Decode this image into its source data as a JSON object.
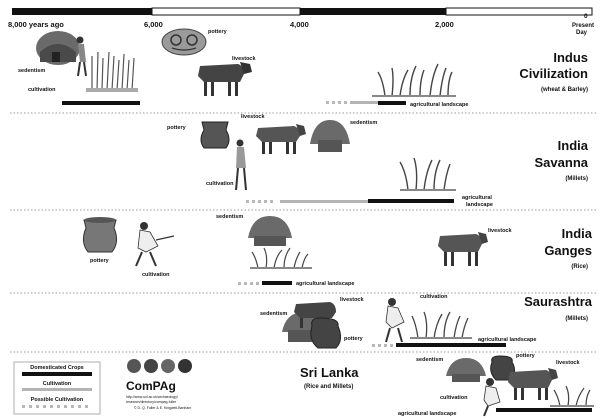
{
  "timeline": {
    "ticks": [
      "8,000 years ago",
      "6,000",
      "4,000",
      "2,000",
      "0"
    ],
    "end_note": [
      "Present",
      "Day"
    ]
  },
  "regions": [
    {
      "name": [
        "Indus",
        "Civilization"
      ],
      "subtitle": "(wheat & Barley)",
      "labels": {
        "sedentism": "sedentism",
        "cultivation": "cultivation",
        "pottery": "pottery",
        "livestock": "livestock",
        "landscape": "agricultural landscape"
      }
    },
    {
      "name": [
        "India",
        "Savanna"
      ],
      "subtitle": "(Millets)",
      "labels": {
        "pottery": "pottery",
        "livestock": "livestock",
        "sedentism": "sedentism",
        "cultivation": "cultivation",
        "landscape": [
          "agricultural",
          "landscape"
        ]
      }
    },
    {
      "name": [
        "India",
        "Ganges"
      ],
      "subtitle": "(Rice)",
      "labels": {
        "pottery": "pottery",
        "cultivation": "cultivation",
        "sedentism": "sedentism",
        "landscape": "agricultural landscape",
        "livestock": "livestock"
      }
    },
    {
      "name": [
        "Saurashtra"
      ],
      "subtitle": "(Millets)",
      "labels": {
        "livestock": "livestock",
        "sedentism": "sedentism",
        "pottery": "pottery",
        "cultivation": "cultivation",
        "landscape": "agricultural landscape"
      }
    },
    {
      "name": [
        "Sri Lanka"
      ],
      "subtitle": "(Rice and Millets)",
      "labels": {
        "sedentism": "sedentism",
        "pottery": "pottery",
        "livestock": "livestock",
        "cultivation": "cultivation",
        "landscape": "agricultural landscape"
      }
    }
  ],
  "legend": {
    "items": [
      "Domesticated Crops",
      "Cultivation",
      "Possible Cultivation"
    ]
  },
  "logo": {
    "name": "ComPAg",
    "line1": "http://www.ucl.ac.uk/archaeology/",
    "line2": "research/directory/compag-fuller",
    "line3": "© D. Q. Fuller & E. Kingwell-Banham"
  },
  "colors": {
    "black": "#111111",
    "grey": "#b4b4b4",
    "dots": "#b8b8b8",
    "hut": "#6a6a6a"
  }
}
